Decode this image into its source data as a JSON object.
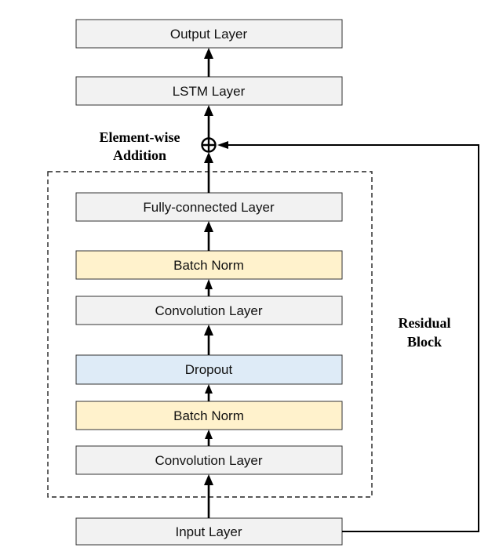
{
  "colors": {
    "box_gray": "#f2f2f2",
    "box_yellow": "#fff2cc",
    "box_blue": "#deebf7",
    "border": "#333333",
    "arrow": "#000000"
  },
  "layers": [
    {
      "id": "output-layer",
      "label": "Output Layer",
      "color": "#f2f2f2"
    },
    {
      "id": "lstm-layer",
      "label": "LSTM Layer",
      "color": "#f2f2f2"
    },
    {
      "id": "fully-connected-layer",
      "label": "Fully-connected Layer",
      "color": "#f2f2f2"
    },
    {
      "id": "batch-norm-top",
      "label": "Batch Norm",
      "color": "#fff2cc"
    },
    {
      "id": "convolution-layer-top",
      "label": "Convolution Layer",
      "color": "#f2f2f2"
    },
    {
      "id": "dropout",
      "label": "Dropout",
      "color": "#deebf7"
    },
    {
      "id": "batch-norm-bottom",
      "label": "Batch Norm",
      "color": "#fff2cc"
    },
    {
      "id": "convolution-layer-bottom",
      "label": "Convolution Layer",
      "color": "#f2f2f2"
    },
    {
      "id": "input-layer",
      "label": "Input Layer",
      "color": "#f2f2f2"
    }
  ],
  "addition_label": {
    "line1": "Element-wise",
    "line2": "Addition"
  },
  "residual_label": {
    "line1": "Residual",
    "line2": "Block"
  }
}
